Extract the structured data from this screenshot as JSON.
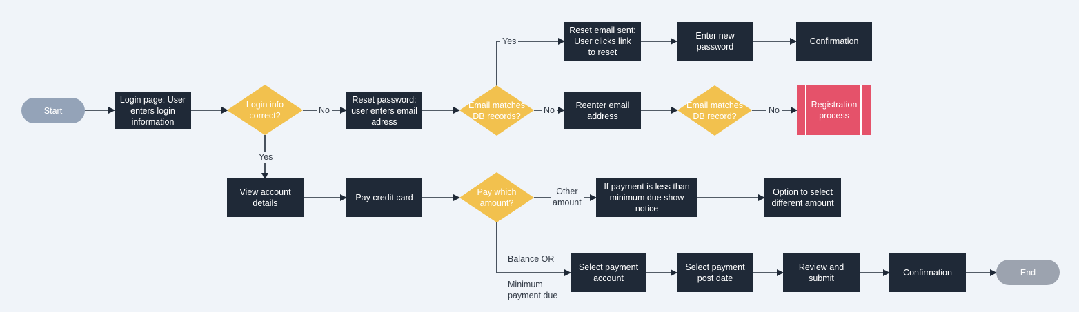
{
  "nodes": {
    "start": "Start",
    "login_page": "Login page: User\nenters login\ninformation",
    "login_correct": "Login info\ncorrect?",
    "reset_password": "Reset password:\nuser enters email\nadress",
    "email_matches_db": "Email matches\nDB records?",
    "reset_email_sent": "Reset email sent:\nUser clicks link\nto reset",
    "enter_new_password": "Enter new\npassword",
    "confirmation_top": "Confirmation",
    "reenter_email": "Reenter email\naddress",
    "email_matches_db2": "Email matches\nDB record?",
    "registration": "Registration\nprocess",
    "view_account": "View account\ndetails",
    "pay_credit_card": "Pay credit card",
    "pay_which": "Pay which\namount?",
    "payment_less": "If payment is less than\nminimum due show\nnotice",
    "option_select": "Option to select\ndifferent amount",
    "select_account": "Select payment\naccount",
    "select_date": "Select payment\npost date",
    "review_submit": "Review and\nsubmit",
    "confirmation_bottom": "Confirmation",
    "end": "End"
  },
  "edge_labels": {
    "no_1": "No",
    "yes_login": "Yes",
    "yes_email": "Yes",
    "no_2": "No",
    "no_3": "No",
    "other_amount": "Other\namount",
    "balance_or": "Balance OR",
    "minimum_due": "Minimum\npayment due"
  },
  "colors": {
    "box": "#1f2937",
    "decision": "#f2c14e",
    "terminal": "#94a3b8",
    "registration": "#e5526a",
    "line": "#1f2937"
  }
}
